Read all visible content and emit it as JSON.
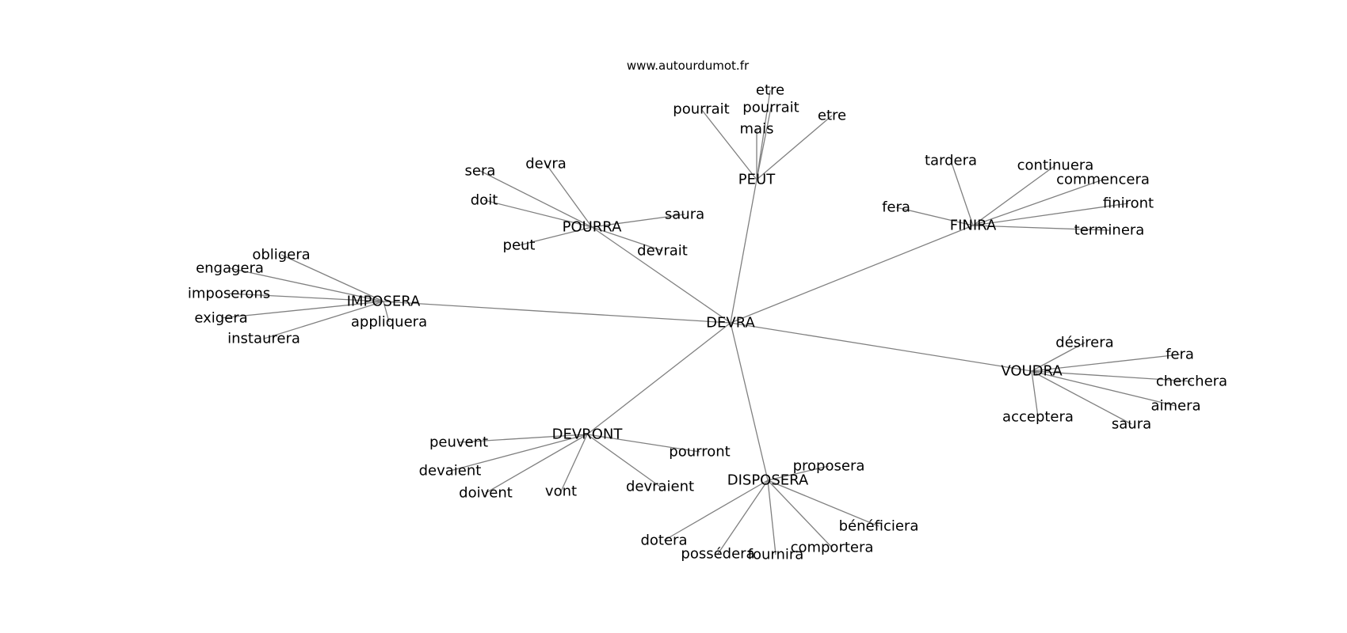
{
  "source": "www.autourdumot.fr",
  "colors": {
    "edge": "#808080",
    "text": "#000000",
    "background": "#ffffff"
  },
  "graph": {
    "center": "DEVRA",
    "hubs": [
      {
        "label": "PEUT",
        "leaves": [
          "pourrait",
          "etre",
          "pourrait",
          "mais",
          "etre"
        ]
      },
      {
        "label": "POURRA",
        "leaves": [
          "sera",
          "devra",
          "doit",
          "saura",
          "peut",
          "devrait"
        ]
      },
      {
        "label": "FINIRA",
        "leaves": [
          "tardera",
          "continuera",
          "commencera",
          "fera",
          "finiront",
          "terminera"
        ]
      },
      {
        "label": "IMPOSERA",
        "leaves": [
          "obligera",
          "engagera",
          "imposerons",
          "exigera",
          "appliquera",
          "instaurera"
        ]
      },
      {
        "label": "VOUDRA",
        "leaves": [
          "désirera",
          "fera",
          "cherchera",
          "aimera",
          "acceptera",
          "saura"
        ]
      },
      {
        "label": "DEVRONT",
        "leaves": [
          "peuvent",
          "pourront",
          "devaient",
          "doivent",
          "vont",
          "devraient"
        ]
      },
      {
        "label": "DISPOSERA",
        "leaves": [
          "proposera",
          "bénéficiera",
          "dotera",
          "comportera",
          "possédera",
          "fournira"
        ]
      }
    ]
  }
}
